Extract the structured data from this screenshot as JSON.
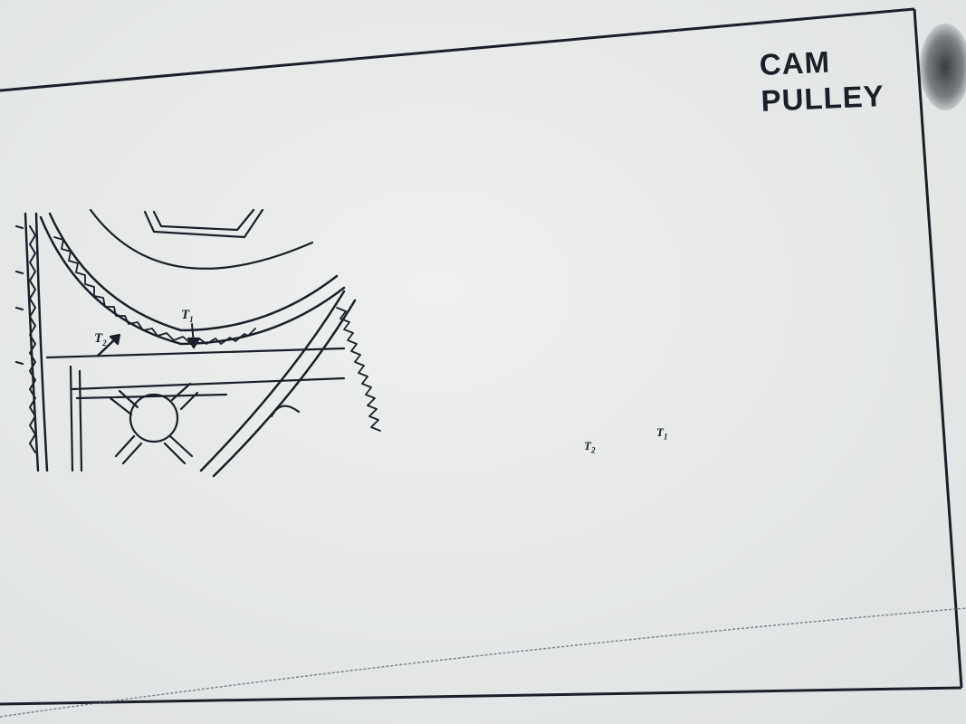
{
  "figure": {
    "callout": {
      "line1": "CAM",
      "line2": "PULLEY"
    },
    "marks": {
      "left_t1": "T",
      "left_t1_sub": "1",
      "left_t2": "T",
      "left_t2_sub": "2",
      "right_t1": "T",
      "right_t1_sub": "1",
      "right_t2": "T",
      "right_t2_sub": "2"
    }
  },
  "colors": {
    "paper": "#e9ebea",
    "ink": "#1c1f28"
  }
}
